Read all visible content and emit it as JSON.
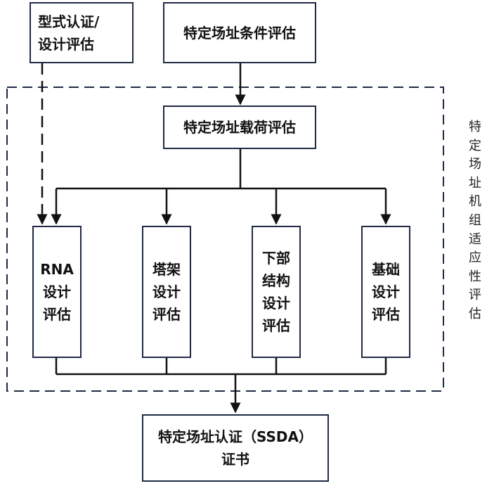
{
  "boxes": {
    "type_cert": {
      "line1": "型式认证/",
      "line2": "设计评估"
    },
    "site_conditions": "特定场址条件评估",
    "site_loads": "特定场址载荷评估",
    "rna": {
      "line1": "RNA",
      "line2": "设计",
      "line3": "评估"
    },
    "tower": {
      "line1": "塔架",
      "line2": "设计",
      "line3": "评估"
    },
    "substructure": {
      "line1": "下部",
      "line2": "结构",
      "line3": "设计",
      "line4": "评估"
    },
    "foundation": {
      "line1": "基础",
      "line2": "设计",
      "line3": "评估"
    },
    "ssda": {
      "line1": "特定场址认证（SSDA）",
      "line2": "证书"
    }
  },
  "side_label": [
    "特",
    "定",
    "场",
    "址",
    "机",
    "组",
    "适",
    "应",
    "性",
    "评",
    "估"
  ],
  "colors": {
    "stroke": "#1f2a44",
    "text": "#111111"
  }
}
